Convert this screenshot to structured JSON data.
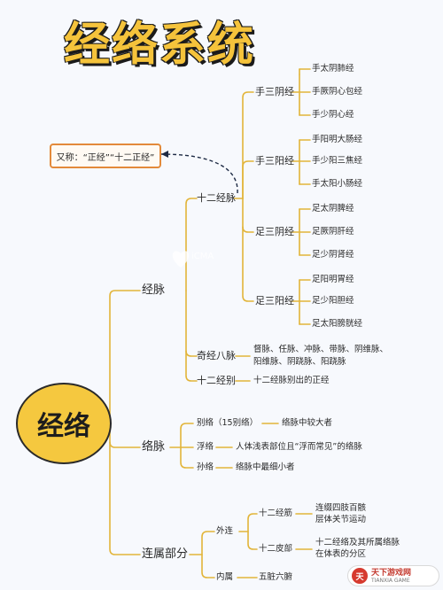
{
  "title": "经络系统",
  "root": "经络",
  "note": "又称：“正经”“十二正经”",
  "nodes": {
    "jingmai": "经脉",
    "luomai": "络脉",
    "lianshu": "连属部分",
    "shier_jingmai": "十二经脉",
    "qijing_bamai": "奇经八脉",
    "shier_jingbie": "十二经别",
    "shou_san_yin": "手三阴经",
    "shou_san_yang": "手三阳经",
    "zu_san_yin": "足三阴经",
    "zu_san_yang": "足三阳经",
    "bieluo": "别络（15别络）",
    "fuluo": "浮络",
    "sunluo": "孙络",
    "waiwei": "外连",
    "neishu": "内属",
    "shier_jingjin": "十二经筋",
    "shier_pibu": "十二皮部"
  },
  "leaves": {
    "shou_san_yin": [
      "手太阴肺经",
      "手厥阴心包经",
      "手少阴心经"
    ],
    "shou_san_yang": [
      "手阳明大肠经",
      "手少阳三焦经",
      "手太阳小肠经"
    ],
    "zu_san_yin": [
      "足太阴脾经",
      "足厥阴肝经",
      "足少阴肾经"
    ],
    "zu_san_yang": [
      "足阳明胃经",
      "足少阳胆经",
      "足太阳膀胱经"
    ],
    "qijing_line1": "督脉、任脉、冲脉、带脉、阴维脉、",
    "qijing_line2": "阳维脉、阴跷脉、阳跷脉",
    "jingbie": "十二经脉别出的正经",
    "bieluo": "络脉中较大者",
    "fuluo": "人体浅表部位且“浮而常见”的络脉",
    "sunluo": "络脉中最细小者",
    "jingjin_1": "连缀四肢百骸",
    "jingjin_2": "层体关节运动",
    "pibu_1": "十二经络及其所属络脉",
    "pibu_2": "在体表的分区",
    "neishu": "五脏六腑"
  },
  "watermark": "iCMA",
  "logo": {
    "badge": "天",
    "text": "天下游戏网",
    "sub": "TIANXIA GAME"
  },
  "colors": {
    "line": "#e2b53a",
    "accent": "#f5c83f",
    "note_border": "#e38a3a"
  }
}
